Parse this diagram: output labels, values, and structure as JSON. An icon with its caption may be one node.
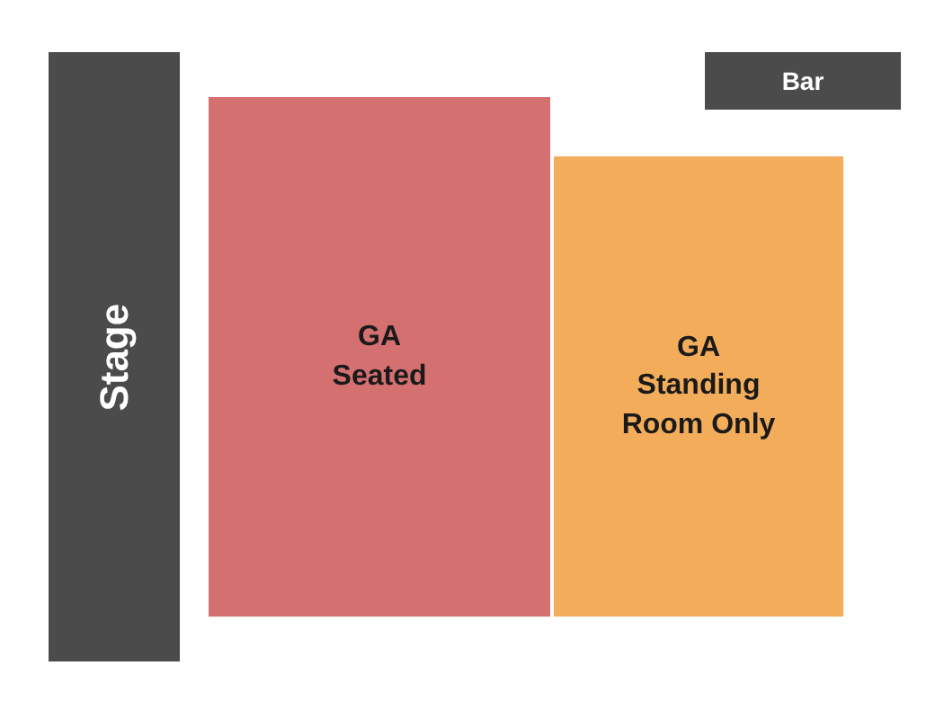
{
  "diagram": {
    "nodes": [
      {
        "text": [
          "Stage"
        ]
      },
      {
        "text": [
          "GA Seated"
        ]
      },
      {
        "text": [
          "GA Standing Room Only"
        ]
      },
      {
        "text": [
          "Bar"
        ]
      }
    ]
  }
}
